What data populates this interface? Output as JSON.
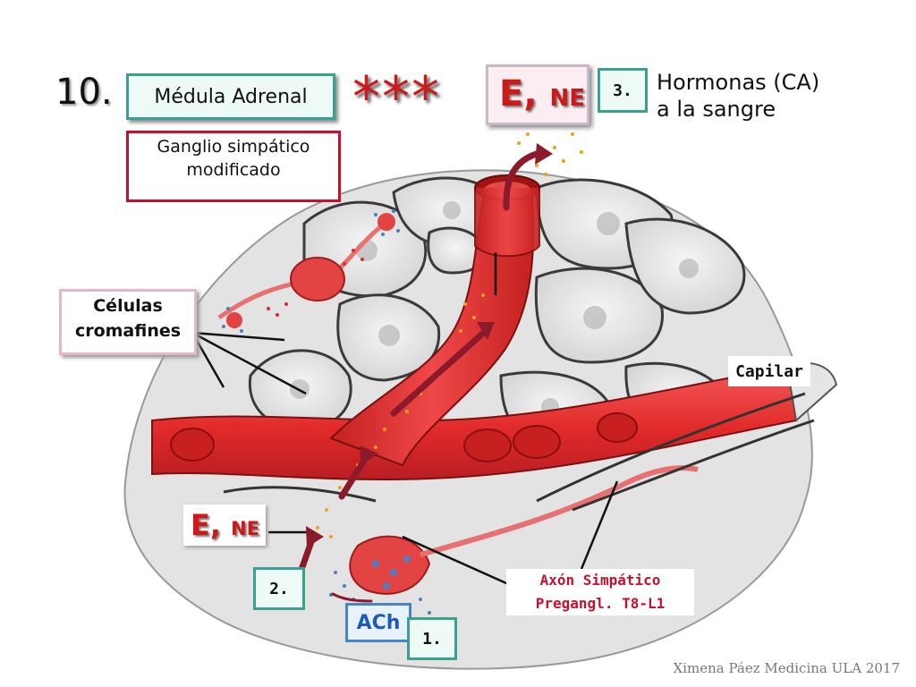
{
  "slide": {
    "number": "10.",
    "stars": "***",
    "credit": "Ximena Páez Medicina ULA 2017"
  },
  "labels": {
    "medula_adrenal": "Médula Adrenal",
    "ganglio_line1": "Ganglio simpático",
    "ganglio_line2": "modificado",
    "e_letter": "E,",
    "ne_letter": "NE",
    "step3": "3.",
    "hormonas_line1": "Hormonas (CA)",
    "hormonas_line2": "a la sangre",
    "celulas_line1": "Células",
    "celulas_line2": "cromafines",
    "capilar": "Capilar",
    "step2": "2.",
    "ach": "ACh",
    "step1": "1.",
    "axon_line1": "Axón Simpático",
    "axon_line2": "Pregangl. T8-L1"
  },
  "colors": {
    "vessel": "#e43a3a",
    "vessel_dark": "#b81e24",
    "tissue": "#ececec",
    "arrow": "#8b1a2a",
    "accent_green": "#3aa090",
    "accent_red": "#c8102e"
  }
}
